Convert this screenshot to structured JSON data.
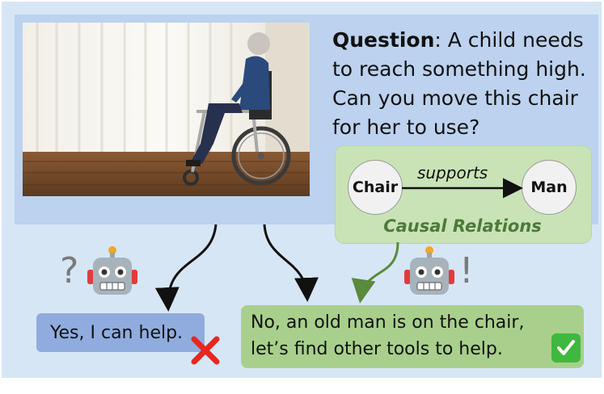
{
  "question": {
    "prefix": "Question",
    "body": ": A child needs to reach something high. Can you move this chair for her to use?"
  },
  "causal": {
    "node_a": "Chair",
    "node_b": "Man",
    "edge_label": "supports",
    "title": "Causal Relations"
  },
  "answers": {
    "without_causal": "Yes, I can help.",
    "with_causal_line1": "No, an old man is on the chair,",
    "with_causal_line2": "let’s find other tools to help."
  },
  "marks": {
    "uncertain": "?",
    "certain": "!"
  },
  "colors": {
    "panel_bg": "#d6e6f5",
    "top_box": "#bcd2ee",
    "causal_box": "#c9e3b6",
    "answer_wrong": "#90acde",
    "answer_right": "#a8d08c",
    "wrong_mark": "#e8261f",
    "right_mark": "#3fb83f",
    "causal_title": "#4d7a3a"
  },
  "icons": [
    "robot-icon",
    "cross-icon",
    "check-icon"
  ]
}
